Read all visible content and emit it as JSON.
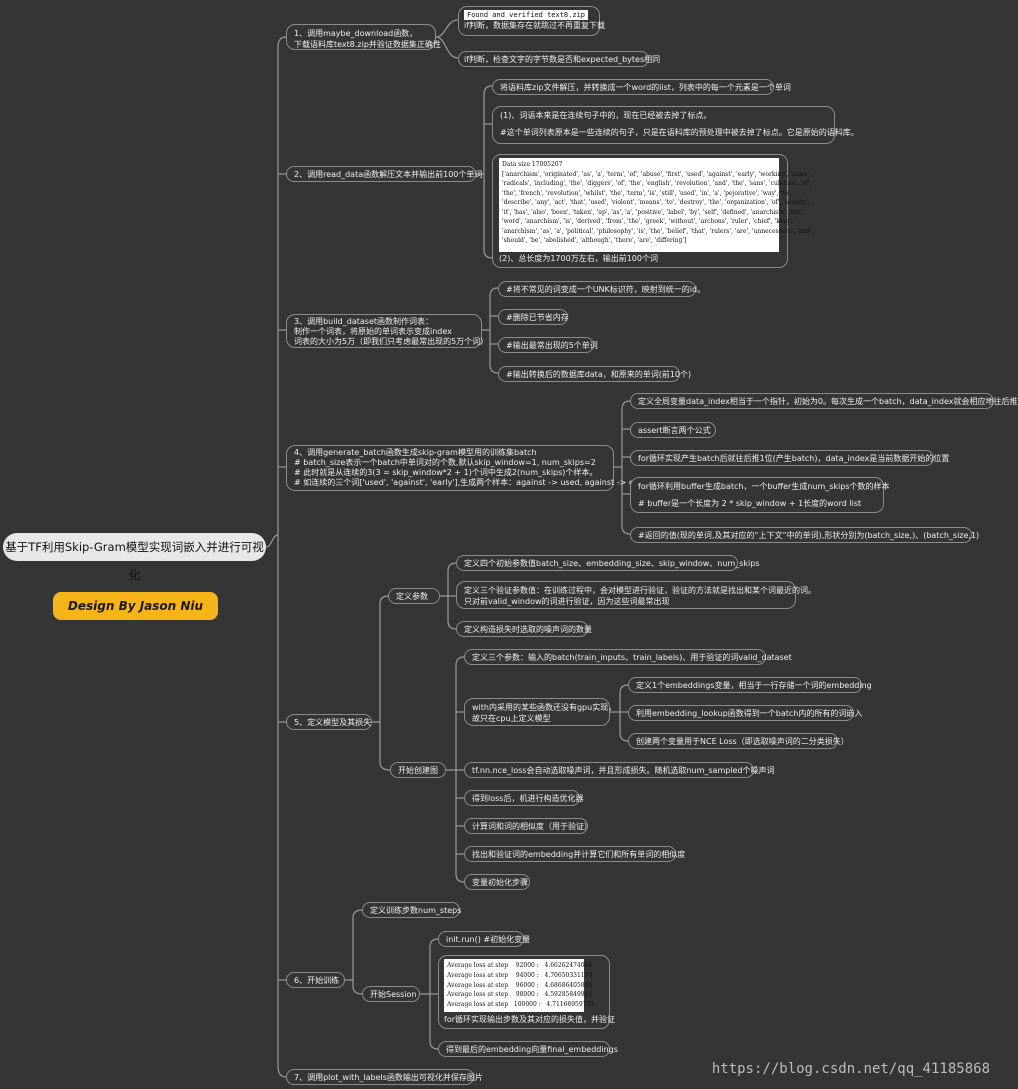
{
  "root": "基于TF利用Skip-Gram模型实现词嵌入并进行可视化",
  "brand": "Design By Jason Niu",
  "watermark": "https://blog.csdn.net/qq_41185868",
  "s1": {
    "title1": "1、调用maybe_download函数，",
    "title2": "下载语料库text8.zip并验证数据集正确性",
    "found": "Found and verified text8.zip",
    "if1": "if判断，数据集存在就跳过不再重复下载",
    "if2": "if判断，检查文字的字节数是否和expected_bytes相同"
  },
  "s2": {
    "title": "2、调用read_data函数解压文本并输出前100个单词",
    "c1": "将语料库zip文件解压，并转换成一个word的list，列表中的每一个元素是一个单词",
    "c2a": "(1)、词语本来是在连续句子中的，现在已经被去掉了标点。",
    "c2b": "#这个单词列表原本是一些连续的句子，只是在语料库的预处理中被去掉了标点。它是原始的语料库。",
    "datasize": "Data size 17005207",
    "words": [
      "['anarchism', 'originated', 'as', 'a', 'term', 'of', 'abuse', 'first', 'used', 'against', 'early', 'working', 'class',",
      "'radicals', 'including', 'the', 'diggers', 'of', 'the', 'english', 'revolution', 'and', 'the', 'sans', 'culottes', 'of',",
      "'the', 'french', 'revolution', 'whilst', 'the', 'term', 'is', 'still', 'used', 'in', 'a', 'pejorative', 'way', 'to',",
      "'describe', 'any', 'act', 'that', 'used', 'violent', 'means', 'to', 'destroy', 'the', 'organization', 'of', 'society',",
      "'it', 'has', 'also', 'been', 'taken', 'up', 'as', 'a', 'positive', 'label', 'by', 'self', 'defined', 'anarchists', 'the',",
      "'word', 'anarchism', 'is', 'derived', 'from', 'the', 'greek', 'without', 'archons', 'ruler', 'chief', 'king',",
      "'anarchism', 'as', 'a', 'political', 'philosophy', 'is', 'the', 'belief', 'that', 'rulers', 'are', 'unnecessary', 'and',",
      "'should', 'be', 'abolished', 'although', 'there', 'are', 'differing']"
    ],
    "c2c": "(2)、总长度为1700万左右，输出前100个词"
  },
  "s3": {
    "title1": "3、调用build_dataset函数制作词表：",
    "title2": "制作一个词表，将原始的单词表示变成index",
    "title3": "词表的大小为5万（即我们只考虑最常出现的5万个词）",
    "c1": "#将不常见的词变成一个UNK标识符，映射到统一的id。",
    "c2": "#删除已节省内存",
    "c3": "#输出最常出现的5个单词",
    "c4": "#输出转换后的数据库data，和原来的单词(前10个)"
  },
  "s4": {
    "title1": "4、调用generate_batch函数生成skip-gram模型用的训练集batch",
    "title2": "# batch_size表示一个batch中单词对的个数,默认skip_window=1, num_skips=2",
    "title3": "# 此时就是从连续的3(3 = skip_window*2 + 1)个词中生成2(num_skips)个样本。",
    "title4": "# 如连续的三个词['used', 'against', 'early'],生成两个样本：against -> used, against -> early",
    "c1": "定义全局变量data_index相当于一个指针，初始为0。每次生成一个batch，data_index就会相应地往后推",
    "c2": "assert断言两个公式",
    "c3": "for循环实现产生batch后就往后推1位(产生batch)，data_index是当前数据开始的位置",
    "c4a": "for循环利用buffer生成batch，一个buffer生成num_skips个数的样本",
    "c4b": "# buffer是一个长度为 2 * skip_window + 1长度的word list",
    "c5": "#返回的值(现的单词,及其对应的“上下文”中的单词),形状分别为(batch_size,)、(batch_size,1)"
  },
  "s5": {
    "title": "5、定义模型及其损失",
    "def": "定义参数",
    "d1": "定义四个初始参数值batch_size、embedding_size、skip_window、num_skips",
    "d2a": "定义三个验证参数值：在训练过程中，会对模型进行验证，验证的方法就是找出和某个词最近的词。",
    "d2b": "只对前valid_window的词进行验证，因为这些词最常出现",
    "d3": "定义构造损失时选取的噪声词的数量",
    "build": "开始创建图",
    "b1": "定义三个参数：输入的batch(train_inputs、train_labels)、用于验证的词valid_dataset",
    "b2a": "with内采用的某些函数还没有gpu实现，",
    "b2b": "故只在cpu上定义模型",
    "g1": "定义1个embeddings变量，相当于一行存储一个词的embedding",
    "g2": "利用embedding_lookup函数得到一个batch内的所有的词嵌入",
    "g3": "创建两个变量用于NCE Loss（即选取噪声词的二分类损失）",
    "b3": "tf.nn.nce_loss会自动选取噪声词，并且形成损失。随机选取num_sampled个噪声词",
    "b4": "得到loss后，机进行构造优化器",
    "b5": "计算词和词的相似度（用于验证）",
    "b6": "找出和验证词的embedding并计算它们和所有单词的相似度",
    "b7": "变量初始化步骤"
  },
  "s6": {
    "title": "6、开始训练",
    "steps": "定义训练步数num_steps",
    "session": "开始Session",
    "init": "init.run() #初始化变量",
    "loss": [
      "Average loss at step    92000 :   4.66262474084",
      "Average loss at step    94000 :   4.70650331116",
      "Average loss at step    96000 :   4.68686405849",
      "Average loss at step    98000 :   4.59285849941",
      "Average loss at step   100000 :   4.71168959773"
    ],
    "forloop": "for循环实现输出步数及其对应的损失值，并验证",
    "final": "得到最后的embedding向量final_embeddings"
  },
  "s7": {
    "title": "7、调用plot_with_labels函数输出可视化并保存图片"
  }
}
